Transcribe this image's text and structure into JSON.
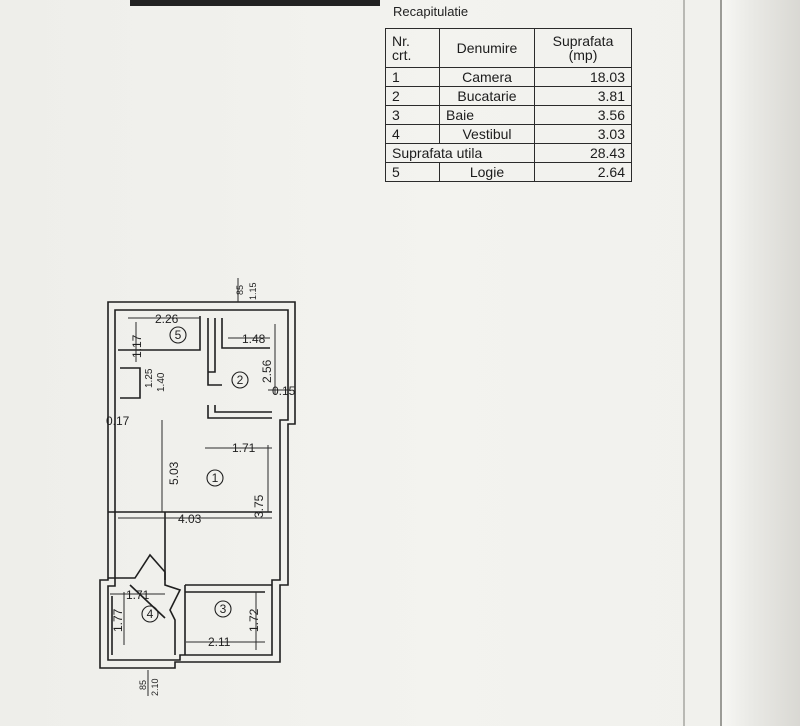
{
  "recap": {
    "title": "Recapitulatie",
    "headers": {
      "nr": "Nr.\ncrt.",
      "denumire": "Denumire",
      "suprafata": "Suprafata\n(mp)"
    },
    "rows": [
      {
        "nr": "1",
        "name": "Camera",
        "area": "18.03"
      },
      {
        "nr": "2",
        "name": "Bucatarie",
        "area": "3.81"
      },
      {
        "nr": "3",
        "name": "Baie",
        "area": "3.56"
      },
      {
        "nr": "4",
        "name": "Vestibul",
        "area": "3.03"
      },
      {
        "nr": "",
        "name": "Suprafata utila",
        "area": "28.43"
      },
      {
        "nr": "5",
        "name": "Logie",
        "area": "2.64"
      }
    ]
  },
  "plan": {
    "room_numbers": [
      "1",
      "2",
      "3",
      "4",
      "5"
    ],
    "dims": {
      "logia_width": "2.26",
      "logia_depth": "1.17",
      "kitchen_width": "1.48",
      "kitchen_depth": "2.56",
      "kitchen_wall": "0.15",
      "top_wall_a": "85",
      "top_wall_b": "1.15",
      "window_a": "1.25",
      "window_b": "1.40",
      "wall_left": "0.17",
      "room_length": "5.03",
      "room_opening": "1.71",
      "room_depth": "3.75",
      "room_width": "4.03",
      "hall_width": "1.71",
      "hall_depth": "1.77",
      "bath_width": "2.11",
      "bath_depth": "1.72",
      "bottom_a": "85",
      "bottom_b": "2.10"
    }
  }
}
